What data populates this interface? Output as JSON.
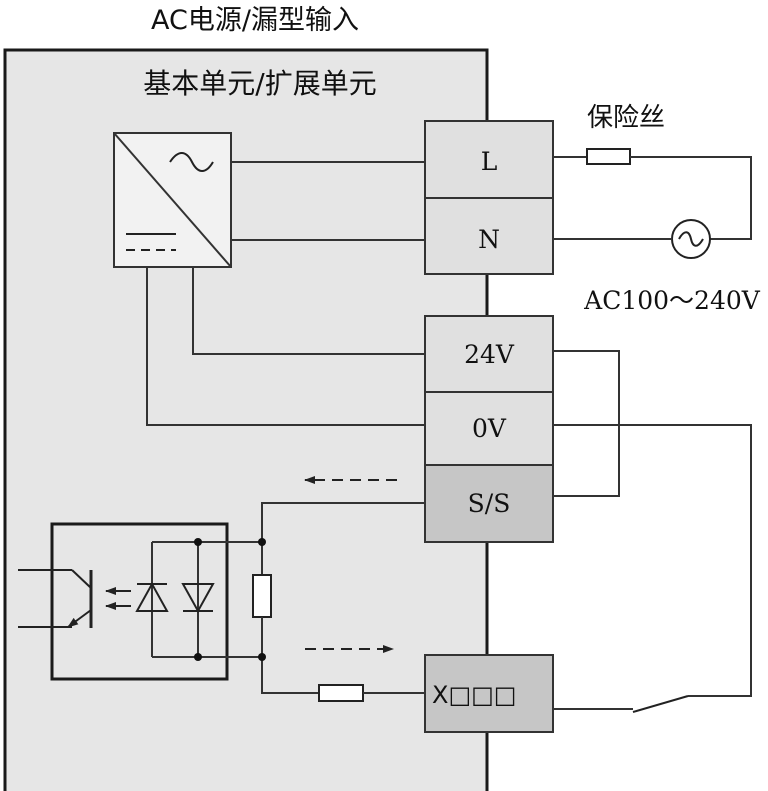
{
  "title": "AC电源/漏型输入",
  "unit_label": "基本单元/扩展单元",
  "fuse_label": "保险丝",
  "supply_label": "AC100～240V",
  "terminals": {
    "L": "L",
    "N": "N",
    "v24": "24V",
    "v0": "0V",
    "ss": "S/S",
    "x": "X□□□"
  },
  "colors": {
    "unit_bg": "#e6e6e6",
    "terminal_light": "#e0e0e0",
    "terminal_dark": "#c6c6c6",
    "line": "#333333",
    "outline": "#1a1a1a"
  },
  "icons": [
    "ac-source-icon",
    "fuse-icon",
    "switch-icon",
    "photocoupler-icon",
    "led-icon",
    "resistor-icon",
    "current-arrow-icon"
  ]
}
